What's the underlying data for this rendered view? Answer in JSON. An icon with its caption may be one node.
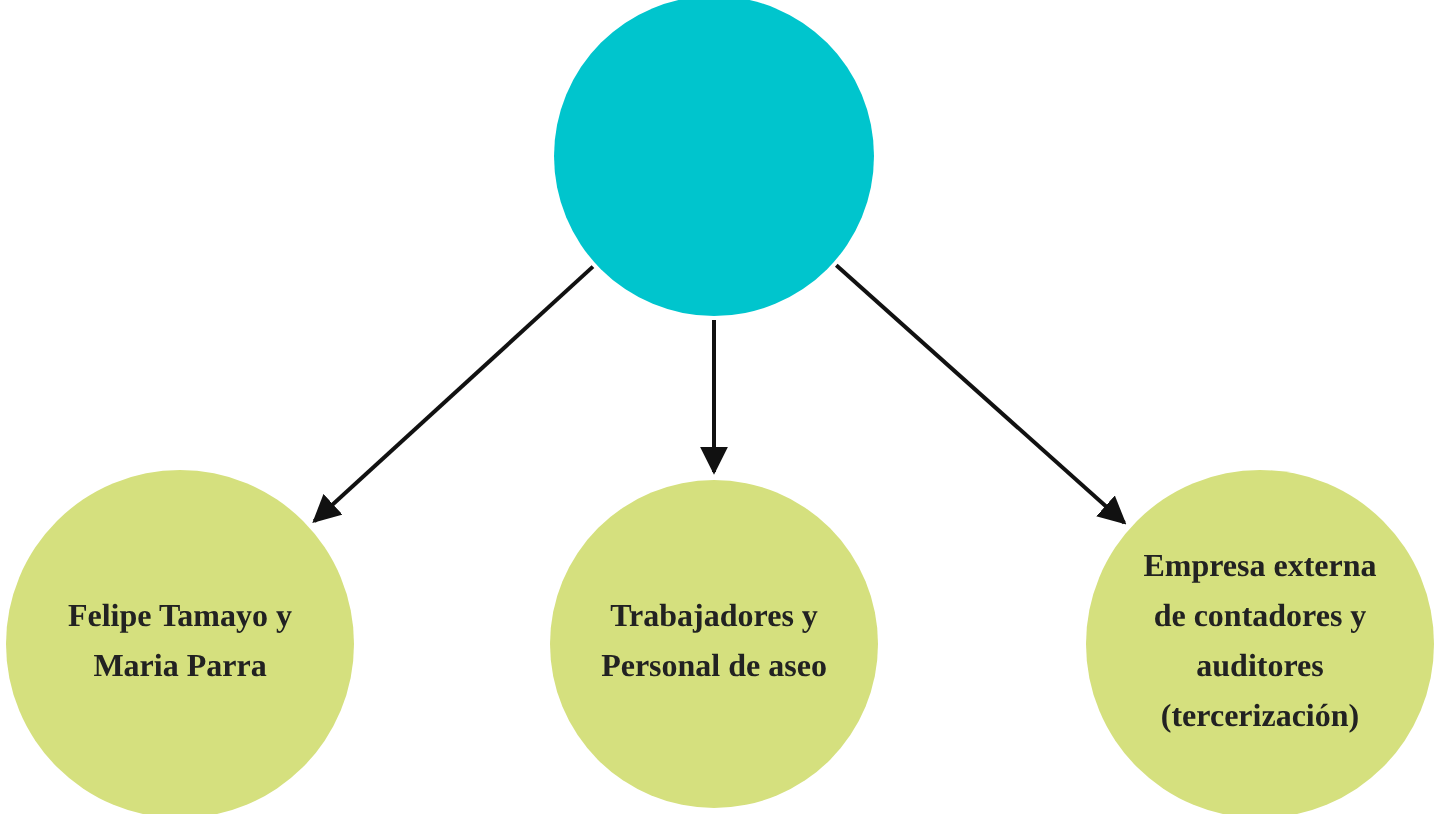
{
  "diagram": {
    "nodes": [
      {
        "text": [],
        "shape": "circle"
      },
      {
        "text": [
          "Felipe Tamayo y Maria Parra"
        ]
      },
      {
        "text": [
          "Trabajadores y Personal de aseo"
        ]
      },
      {
        "text": [
          "Empresa externa de contadores y auditores (tercerización)"
        ]
      }
    ],
    "edges": [
      {
        "from": 0,
        "to": 1,
        "arrow": "to"
      },
      {
        "from": 0,
        "to": 2,
        "arrow": "to"
      },
      {
        "from": 0,
        "to": 3,
        "arrow": "to"
      }
    ]
  }
}
